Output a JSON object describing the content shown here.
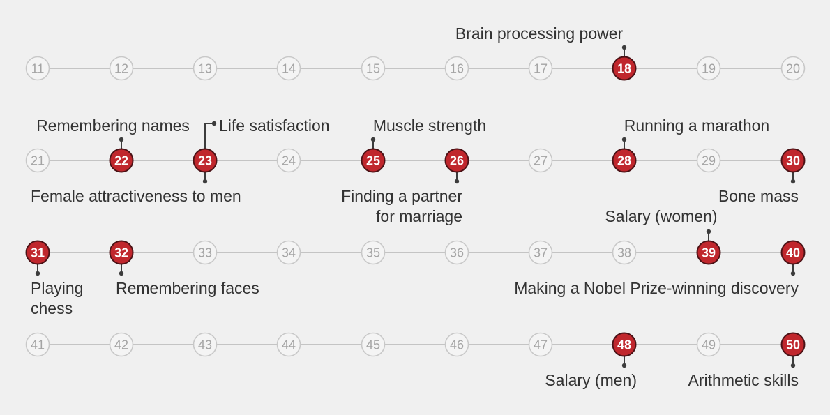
{
  "colors": {
    "background": "#f0f0f0",
    "line": "#c4c4c4",
    "inactive_circle_fill": "#f4f4f4",
    "inactive_circle_stroke": "#c8c8c8",
    "inactive_text": "#a4a4a4",
    "active_fill": "#c0272d",
    "active_stroke": "#4a1216",
    "active_text": "#ffffff",
    "annotation_text": "#333333",
    "connector": "#3c3c3c"
  },
  "rows": [
    {
      "ages": [
        11,
        12,
        13,
        14,
        15,
        16,
        17,
        18,
        19,
        20
      ]
    },
    {
      "ages": [
        21,
        22,
        23,
        24,
        25,
        26,
        27,
        28,
        29,
        30
      ]
    },
    {
      "ages": [
        31,
        32,
        33,
        34,
        35,
        36,
        37,
        38,
        39,
        40
      ]
    },
    {
      "ages": [
        41,
        42,
        43,
        44,
        45,
        46,
        47,
        48,
        49,
        50
      ]
    }
  ],
  "peaks": [
    {
      "age": 18,
      "lines": [
        "Brain processing power"
      ]
    },
    {
      "age": 22,
      "lines": [
        "Remembering names"
      ]
    },
    {
      "age": 23,
      "lines": [
        "Life satisfaction"
      ]
    },
    {
      "age": 23,
      "lines": [
        "Female attractiveness to men"
      ]
    },
    {
      "age": 25,
      "lines": [
        "Muscle strength"
      ]
    },
    {
      "age": 26,
      "lines": [
        "Finding a partner",
        "for marriage"
      ]
    },
    {
      "age": 28,
      "lines": [
        "Running a marathon"
      ]
    },
    {
      "age": 30,
      "lines": [
        "Bone mass"
      ]
    },
    {
      "age": 31,
      "lines": [
        "Playing",
        "chess"
      ]
    },
    {
      "age": 32,
      "lines": [
        "Remembering faces"
      ]
    },
    {
      "age": 39,
      "lines": [
        "Salary (women)"
      ]
    },
    {
      "age": 40,
      "lines": [
        "Making a Nobel Prize-winning discovery"
      ]
    },
    {
      "age": 48,
      "lines": [
        "Salary (men)"
      ]
    },
    {
      "age": 50,
      "lines": [
        "Arithmetic skills"
      ]
    }
  ]
}
